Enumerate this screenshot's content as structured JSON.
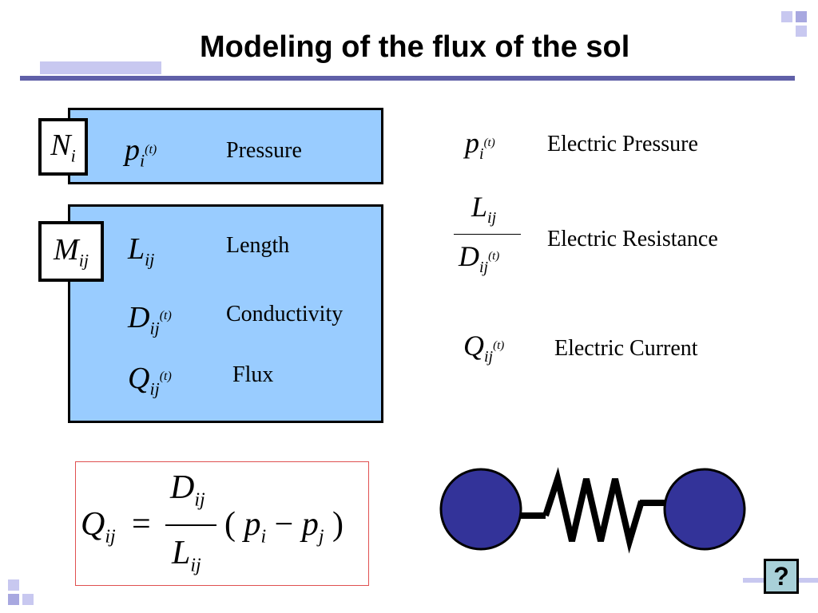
{
  "title": "Modeling of the flux of the sol",
  "node_box": {
    "label_main": "N",
    "label_sub": "i",
    "symbol_main": "p",
    "symbol_sub": "i",
    "symbol_arg": "(t)",
    "text": "Pressure"
  },
  "edge_box": {
    "label_main": "M",
    "label_sub": "ij",
    "rows": [
      {
        "symbol_main": "L",
        "symbol_sub": "ij",
        "symbol_arg": "",
        "text": "Length"
      },
      {
        "symbol_main": "D",
        "symbol_sub": "ij",
        "symbol_arg": "(t)",
        "text": "Conductivity"
      },
      {
        "symbol_main": "Q",
        "symbol_sub": "ij",
        "symbol_arg": "(t)",
        "text": "Flux"
      }
    ]
  },
  "analogy": [
    {
      "symbol": "p_i(t)",
      "text": "Electric Pressure"
    },
    {
      "symbol": "L_ij / D_ij(t)",
      "text": "Electric Resistance"
    },
    {
      "symbol": "Q_ij(t)",
      "text": "Electric Current"
    }
  ],
  "formula": {
    "lhs": "Q",
    "lhs_sub": "ij",
    "equals": "=",
    "num": "D",
    "num_sub": "ij",
    "den": "L",
    "den_sub": "ij",
    "open": "(",
    "p1": "p",
    "p1_sub": "i",
    "minus": "−",
    "p2": "p",
    "p2_sub": "j",
    "close": ")"
  },
  "help_button": "?",
  "colors": {
    "box_fill": "#99ccff",
    "circle_fill": "#333399",
    "rule": "#6060a8",
    "deco": "#c8c8f0"
  }
}
